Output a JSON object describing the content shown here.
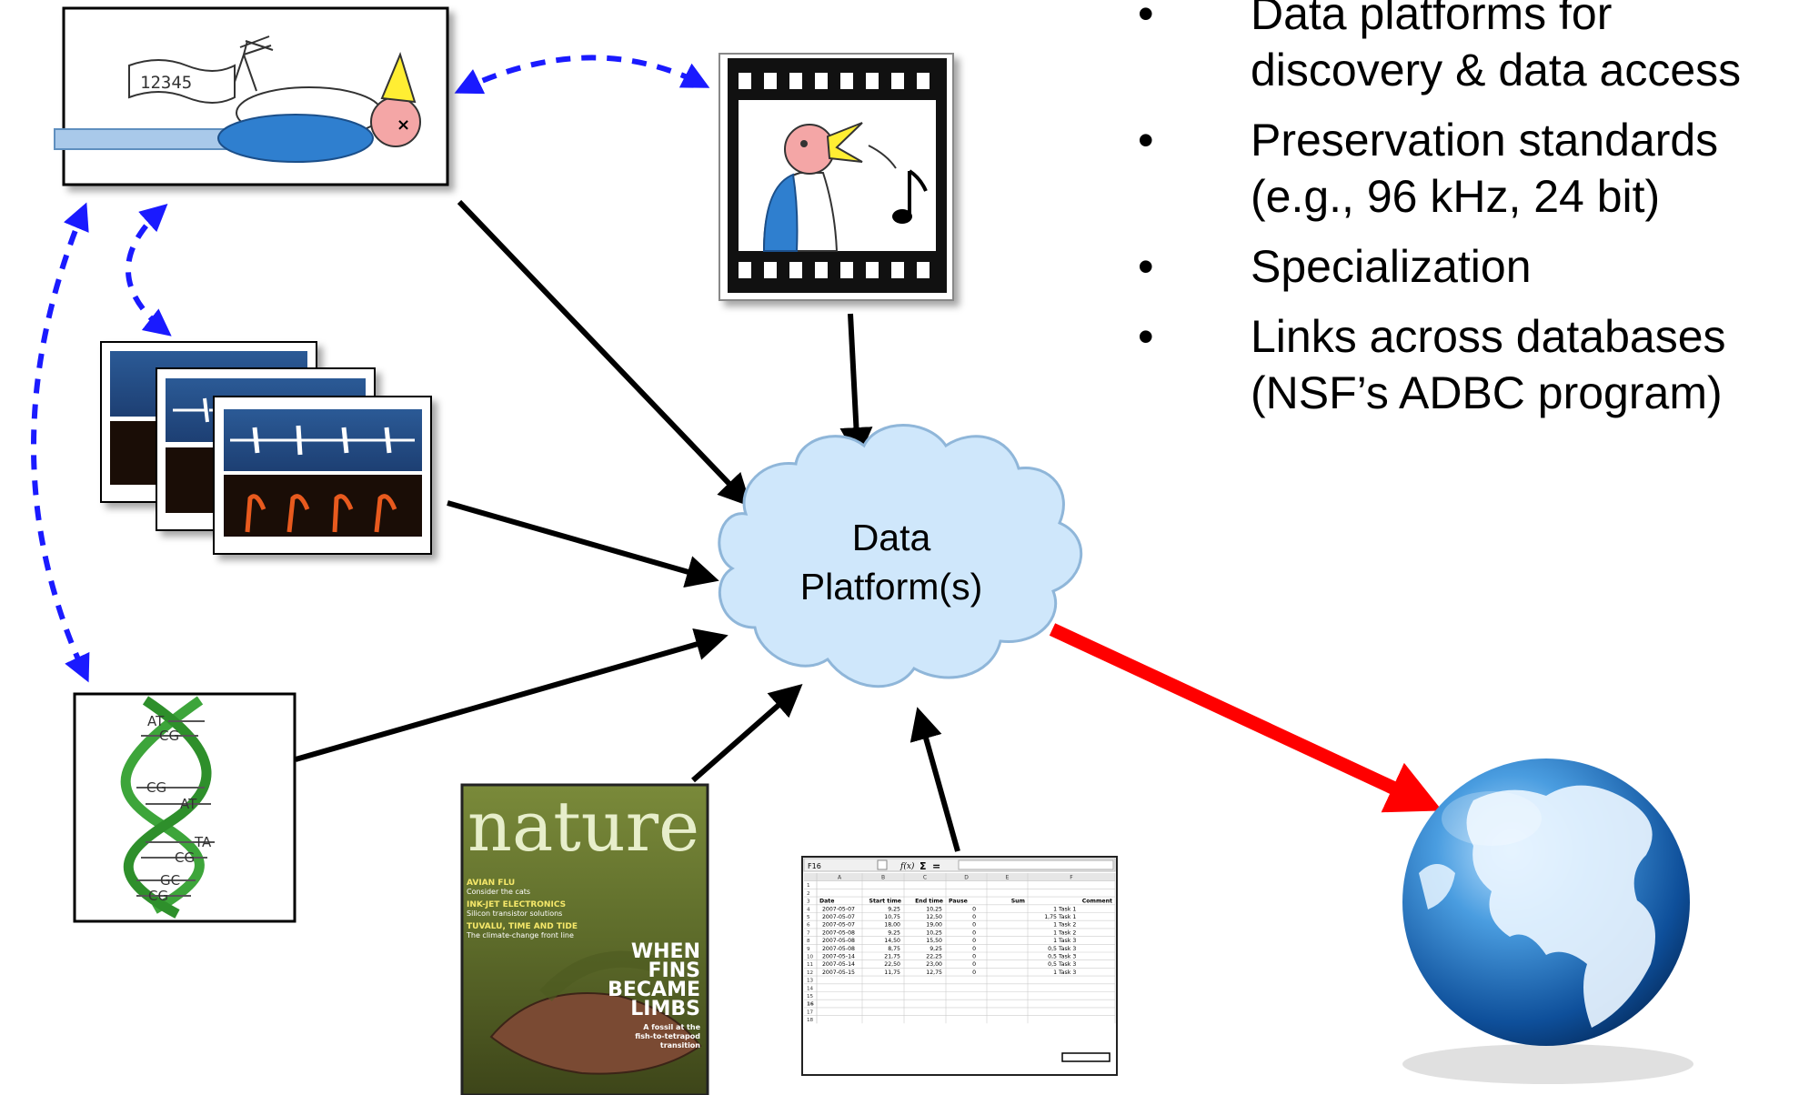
{
  "bullets": [
    {
      "line1": "Data platforms for",
      "line2": "discovery & data access"
    },
    {
      "line1": "Preservation standards",
      "line2": "(e.g., 96 kHz, 24 bit)"
    },
    {
      "line1": "Specialization",
      "line2": ""
    },
    {
      "line1": "Links across databases",
      "line2": "(NSF’s ADBC program)"
    }
  ],
  "cloud": {
    "line1": "Data",
    "line2": "Platform(s)"
  },
  "specimen": {
    "tag_number": "12345"
  },
  "dna": {
    "pairs": [
      "AT",
      "CG",
      "CG",
      "AT",
      "TA",
      "CG",
      "GC",
      "CG"
    ]
  },
  "journal": {
    "title": "nature",
    "headlines": [
      {
        "title": "AVIAN FLU",
        "sub": "Consider the cats"
      },
      {
        "title": "INK-JET ELECTRONICS",
        "sub": "Silicon transistor solutions"
      },
      {
        "title": "TUVALU, TIME AND TIDE",
        "sub": "The climate-change front line"
      }
    ],
    "cover_lines": [
      "WHEN",
      "FINS",
      "BECAME",
      "LIMBS"
    ],
    "cover_caption": [
      "A fossil at the",
      "fish-to-tetrapod",
      "transition"
    ]
  },
  "spreadsheet": {
    "cell_ref": "F16",
    "columns": [
      "A",
      "B",
      "C",
      "D",
      "E",
      "F"
    ],
    "header": [
      "Date",
      "Start time",
      "End time",
      "Pause",
      "Sum",
      "Comment"
    ],
    "rows": [
      [
        "2007-05-07",
        "9,25",
        "10,25",
        "0",
        "1",
        "Task 1"
      ],
      [
        "2007-05-07",
        "10,75",
        "12,50",
        "0",
        "1,75",
        "Task 1"
      ],
      [
        "2007-05-07",
        "18,00",
        "19,00",
        "0",
        "1",
        "Task 2"
      ],
      [
        "2007-05-08",
        "9,25",
        "10,25",
        "0",
        "1",
        "Task 2"
      ],
      [
        "2007-05-08",
        "14,50",
        "15,50",
        "0",
        "1",
        "Task 3"
      ],
      [
        "2007-05-08",
        "8,75",
        "9,25",
        "0",
        "0,5",
        "Task 3"
      ],
      [
        "2007-05-14",
        "21,75",
        "22,25",
        "0",
        "0,5",
        "Task 3"
      ],
      [
        "2007-05-14",
        "22,50",
        "23,00",
        "0",
        "0,5",
        "Task 3"
      ],
      [
        "2007-05-15",
        "11,75",
        "12,75",
        "0",
        "1",
        "Task 3"
      ]
    ]
  },
  "colors": {
    "solid_arrow": "#000000",
    "dashed_arrow": "#1a1aff",
    "output_arrow": "#ff0000",
    "cloud_fill": "#cfe7fb",
    "cloud_stroke": "#8fb6d9",
    "dna_green": "#3da53a"
  }
}
